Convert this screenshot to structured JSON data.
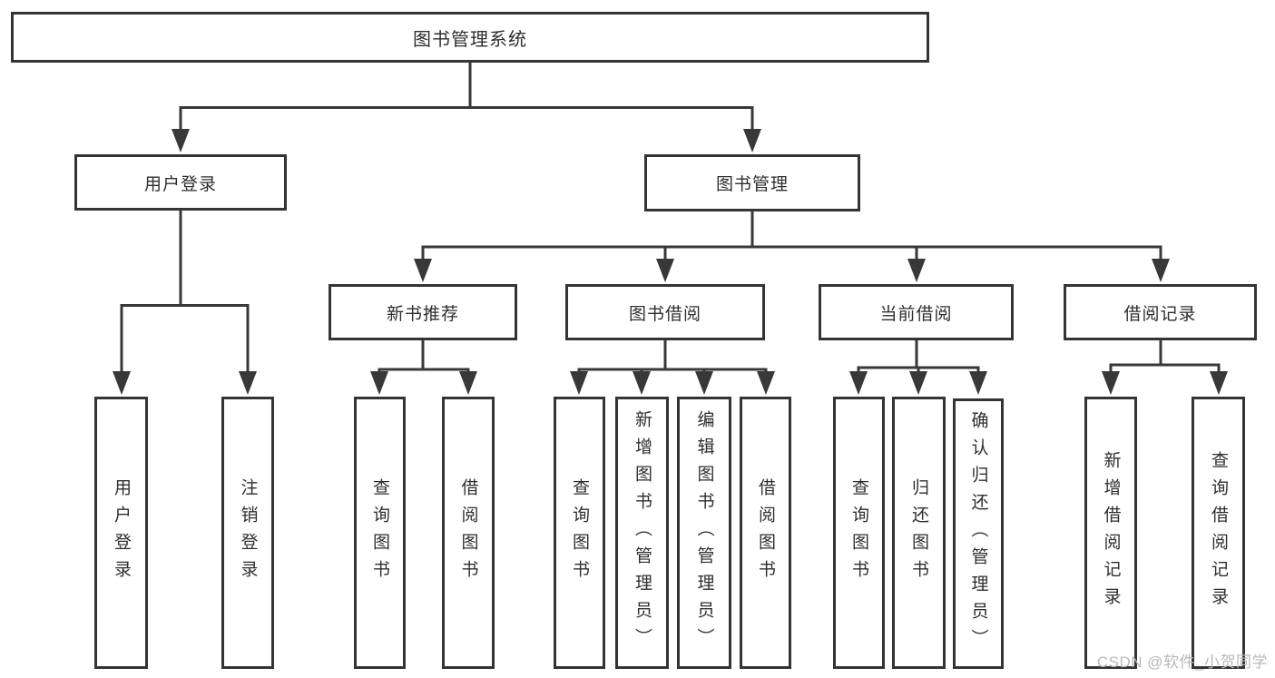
{
  "diagram": {
    "title": "图书管理系统",
    "root": {
      "label": "图书管理系统"
    },
    "branches": [
      {
        "label": "用户登录",
        "children": [
          {
            "label": "用户登录"
          },
          {
            "label": "注销登录"
          }
        ]
      },
      {
        "label": "图书管理",
        "children": [
          {
            "label": "新书推荐",
            "children": [
              {
                "label": "查询图书"
              },
              {
                "label": "借阅图书"
              }
            ]
          },
          {
            "label": "图书借阅",
            "children": [
              {
                "label": "查询图书"
              },
              {
                "label": "新增图书（管理员）"
              },
              {
                "label": "编辑图书（管理员）"
              },
              {
                "label": "借阅图书"
              }
            ]
          },
          {
            "label": "当前借阅",
            "children": [
              {
                "label": "查询图书"
              },
              {
                "label": "归还图书"
              },
              {
                "label": "确认归还（管理员）"
              }
            ]
          },
          {
            "label": "借阅记录",
            "children": [
              {
                "label": "新增借阅记录"
              },
              {
                "label": "查询借阅记录"
              }
            ]
          }
        ]
      }
    ]
  },
  "watermark": {
    "text": "CSDN @软件_小贺同学"
  },
  "colors": {
    "line": "#383838",
    "box_border": "#343434",
    "text": "#2e2e2e",
    "watermark": "#b9b9b9",
    "background": "#ffffff"
  }
}
